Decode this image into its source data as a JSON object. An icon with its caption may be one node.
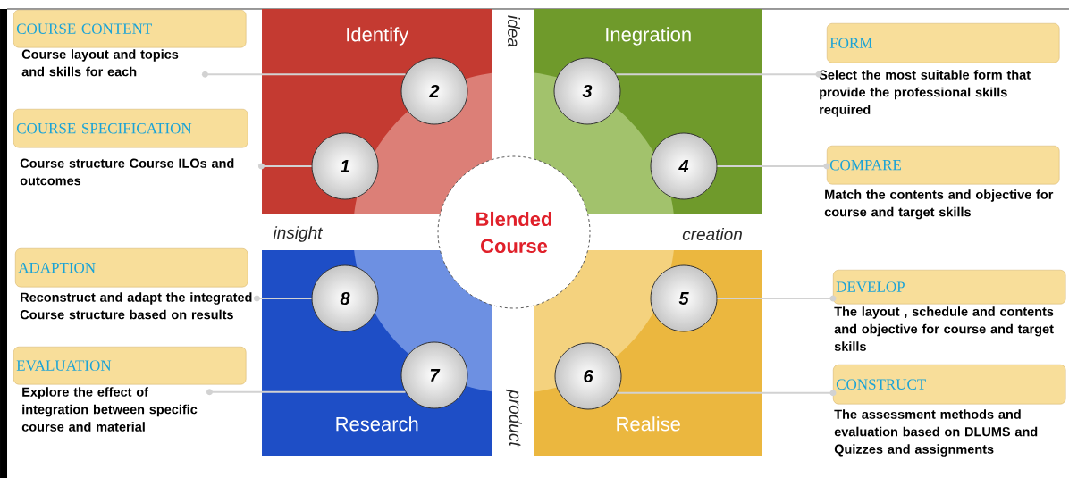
{
  "diagram": {
    "nodes": [
      {
        "text": [
          "Identify"
        ]
      },
      {
        "text": [
          "Inegration"
        ]
      },
      {
        "text": [
          "Research"
        ]
      },
      {
        "text": [
          "Realise"
        ]
      },
      {
        "text": [
          "Blended Course"
        ]
      },
      {
        "text": [
          "1"
        ],
        "in": 0
      },
      {
        "text": [
          "2"
        ],
        "in": 0
      },
      {
        "text": [
          "3"
        ],
        "in": 1
      },
      {
        "text": [
          "4"
        ],
        "in": 1
      },
      {
        "text": [
          "5"
        ],
        "in": 3
      },
      {
        "text": [
          "6"
        ],
        "in": 3
      },
      {
        "text": [
          "7"
        ],
        "in": 2
      },
      {
        "text": [
          "8"
        ],
        "in": 2
      },
      {
        "text": [
          "COURSE CONTENT"
        ]
      },
      {
        "text": [
          "Course layout and topics and skills for each"
        ]
      },
      {
        "text": [
          "COURSE SPECIFICATION"
        ]
      },
      {
        "text": [
          "Course structure Course ILOs and outcomes"
        ]
      },
      {
        "text": [
          "ADAPTION"
        ]
      },
      {
        "text": [
          "Reconstruct and adapt the integrated Course structure based on results"
        ]
      },
      {
        "text": [
          "EVALUATION"
        ]
      },
      {
        "text": [
          "Explore the effect of integration between specific course and material"
        ]
      },
      {
        "text": [
          "FORM"
        ]
      },
      {
        "text": [
          "Select the most suitable form that provide the professional skills required"
        ]
      },
      {
        "text": [
          "COMPARE"
        ],
        "beside": [
          "Match the contents and objective for course and target skills"
        ]
      },
      {
        "text": [
          "DEVELOP"
        ],
        "beside": [
          "The layout , schedule and contents and objective for course and target skills"
        ]
      },
      {
        "text": [
          "CONSTRUCT"
        ],
        "beside": [
          "The assessment methods and evaluation based on DLUMS and Quizzes and assignments"
        ]
      }
    ],
    "edges": [
      {
        "from": 5,
        "to": 16,
        "arrow": "other"
      },
      {
        "from": 6,
        "to": 14,
        "arrow": "other"
      },
      {
        "from": 7,
        "to": 22,
        "arrow": "other"
      },
      {
        "from": 8,
        "to": 23,
        "arrow": "other"
      },
      {
        "from": 9,
        "to": 24,
        "arrow": "other"
      },
      {
        "from": 10,
        "to": 25,
        "arrow": "other"
      },
      {
        "from": 11,
        "to": 20,
        "arrow": "other"
      },
      {
        "from": 12,
        "to": 18,
        "arrow": "other"
      }
    ],
    "labels": [
      "idea",
      "insight",
      "creation",
      "product"
    ]
  }
}
